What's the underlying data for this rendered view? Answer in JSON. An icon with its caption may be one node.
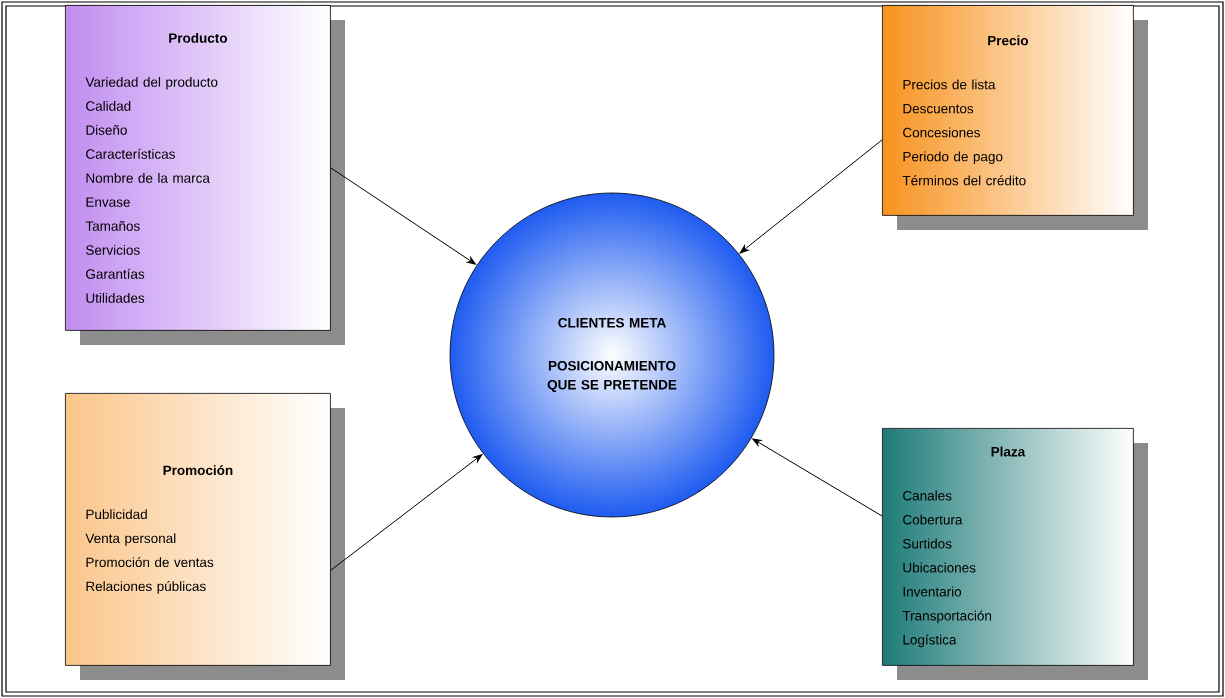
{
  "diagram": {
    "nodes": [
      {
        "text": [
          "Producto",
          "Variedad del producto",
          "Calidad",
          "Diseño",
          "Características",
          "Nombre de la marca",
          "Envase",
          "Tamaños",
          "Servicios",
          "Garantías",
          "Utilidades"
        ]
      },
      {
        "text": [
          "Precio",
          "Precios de lista",
          "Descuentos",
          "Concesiones",
          "Periodo de pago",
          "Términos del crédito"
        ]
      },
      {
        "text": [
          "CLIENTES META",
          "POSICIONAMIENTO QUE SE PRETENDE"
        ]
      },
      {
        "text": [
          "Promoción",
          "Publicidad",
          "Venta personal",
          "Promoción de ventas",
          "Relaciones públicas"
        ]
      },
      {
        "text": [
          "Plaza",
          "Canales",
          "Cobertura",
          "Surtidos",
          "Ubicaciones",
          "Inventario",
          "Transportación",
          "Logística"
        ]
      }
    ],
    "edges": [
      {
        "from": 0,
        "to": 2,
        "arrow": "to"
      },
      {
        "from": 1,
        "to": 2,
        "arrow": "to"
      },
      {
        "from": 3,
        "to": 2,
        "arrow": "to"
      },
      {
        "from": 4,
        "to": 2,
        "arrow": "to"
      }
    ]
  }
}
